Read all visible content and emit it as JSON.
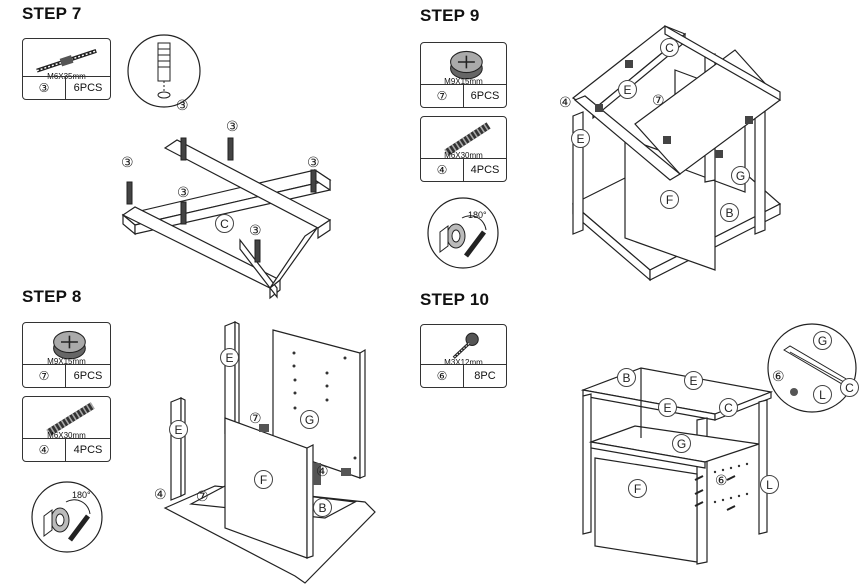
{
  "steps": {
    "step7": {
      "title": "STEP 7",
      "parts": [
        {
          "name": "M6X35mm",
          "num": "③",
          "qty": "6PCS",
          "icon": "double-ended-screw-icon"
        }
      ],
      "labels": {
        "board": "C",
        "bolt": "③"
      }
    },
    "step8": {
      "title": "STEP 8",
      "parts": [
        {
          "name": "M9X15mm",
          "num": "⑦",
          "qty": "6PCS",
          "icon": "cam-lock-icon"
        },
        {
          "name": "M6X30mm",
          "num": "④",
          "qty": "4PCS",
          "icon": "dowel-icon"
        }
      ],
      "rotation": "180°",
      "labels": {
        "leg": "E",
        "front": "F",
        "side": "G",
        "base": "B",
        "dowel": "④",
        "cam": "⑦"
      }
    },
    "step9": {
      "title": "STEP 9",
      "parts": [
        {
          "name": "M9X15mm",
          "num": "⑦",
          "qty": "6PCS",
          "icon": "cam-lock-icon"
        },
        {
          "name": "M6X30mm",
          "num": "④",
          "qty": "4PCS",
          "icon": "dowel-icon"
        }
      ],
      "rotation": "180°",
      "labels": {
        "top": "C",
        "leg": "E",
        "front": "F",
        "side": "G",
        "base": "B",
        "dowel": "④",
        "cam": "⑦"
      }
    },
    "step10": {
      "title": "STEP 10",
      "parts": [
        {
          "name": "M3X12mm",
          "num": "⑥",
          "qty": "8PC",
          "icon": "small-screw-icon"
        }
      ],
      "labels": {
        "b": "B",
        "e": "E",
        "c": "C",
        "g": "G",
        "f": "F",
        "l": "L",
        "screw": "⑥"
      }
    }
  }
}
